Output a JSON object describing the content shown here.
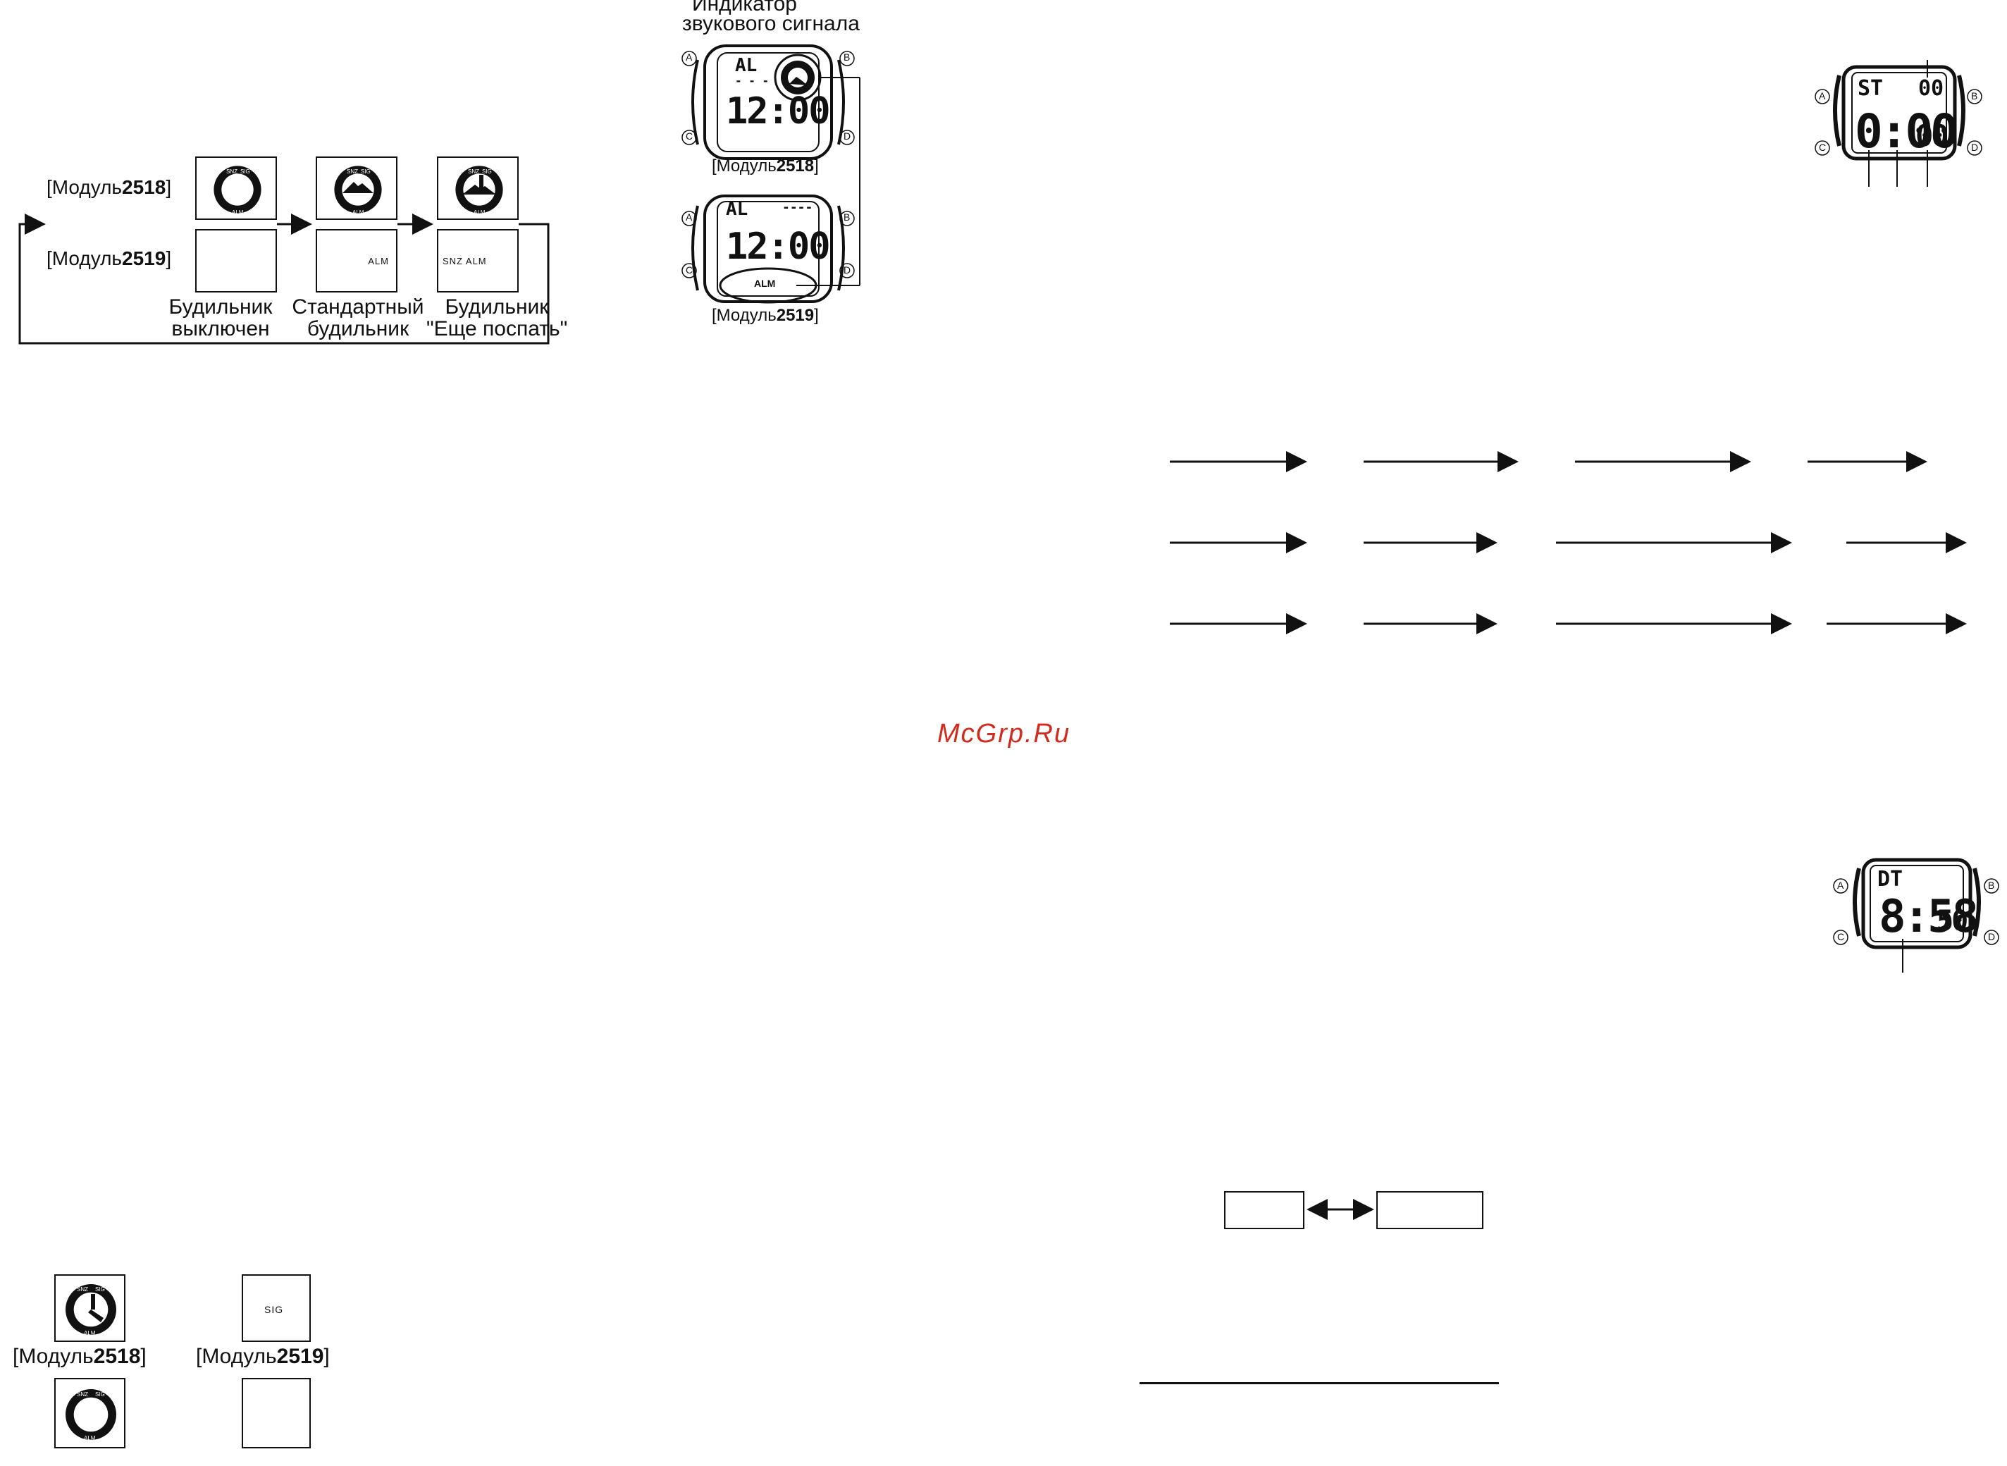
{
  "alarm_modes": {
    "module_2518_label_prefix": "[Модуль",
    "module_2518_label_num": "2518",
    "module_2519_label_prefix": "[Модуль",
    "module_2519_label_num": "2519",
    "label_suffix": "]",
    "std_alarm_tag": "ALM",
    "snooze_tag": "SNZ  ALM",
    "caption_off_line1": "Будильник",
    "caption_off_line2": "выключен",
    "caption_std_line1": "Стандартный",
    "caption_std_line2": "будильник",
    "caption_snz_line1": "Будильник",
    "caption_snz_line2": "\"Еще поспать\""
  },
  "sound_indicator": {
    "title_line1": "Индикатор",
    "title_line2": "звукового сигнала",
    "watch1_mode": "AL",
    "watch1_dashes": "- - -",
    "watch1_time": "12:00",
    "watch1_caption_prefix": "[Модуль",
    "watch1_caption_num": "2518",
    "watch1_caption_suffix": "]",
    "watch2_mode": "AL",
    "watch2_dashes": "----",
    "watch2_time": "12:00",
    "watch2_tag": "ALM",
    "watch2_caption_prefix": "[Модуль",
    "watch2_caption_num": "2519",
    "watch2_caption_suffix": "]"
  },
  "buttons": {
    "a": "A",
    "b": "B",
    "c": "C",
    "d": "D"
  },
  "stopwatch": {
    "mode": "ST",
    "top_right": "00",
    "main": "0:00",
    "small": "00"
  },
  "dual_time": {
    "mode": "DT",
    "main": "8:58",
    "small": "50"
  },
  "signal": {
    "module_2518_label_prefix": "[Модуль",
    "module_2518_label_num": "2518",
    "module_2519_label_prefix": "[Модуль",
    "module_2519_label_num": "2519",
    "label_suffix": "]",
    "sig_tag": "SIG"
  },
  "ring_text": {
    "top_left": "SNZ",
    "top_right": "SIG",
    "bottom": "ALM"
  },
  "watermark": "McGrp.Ru"
}
